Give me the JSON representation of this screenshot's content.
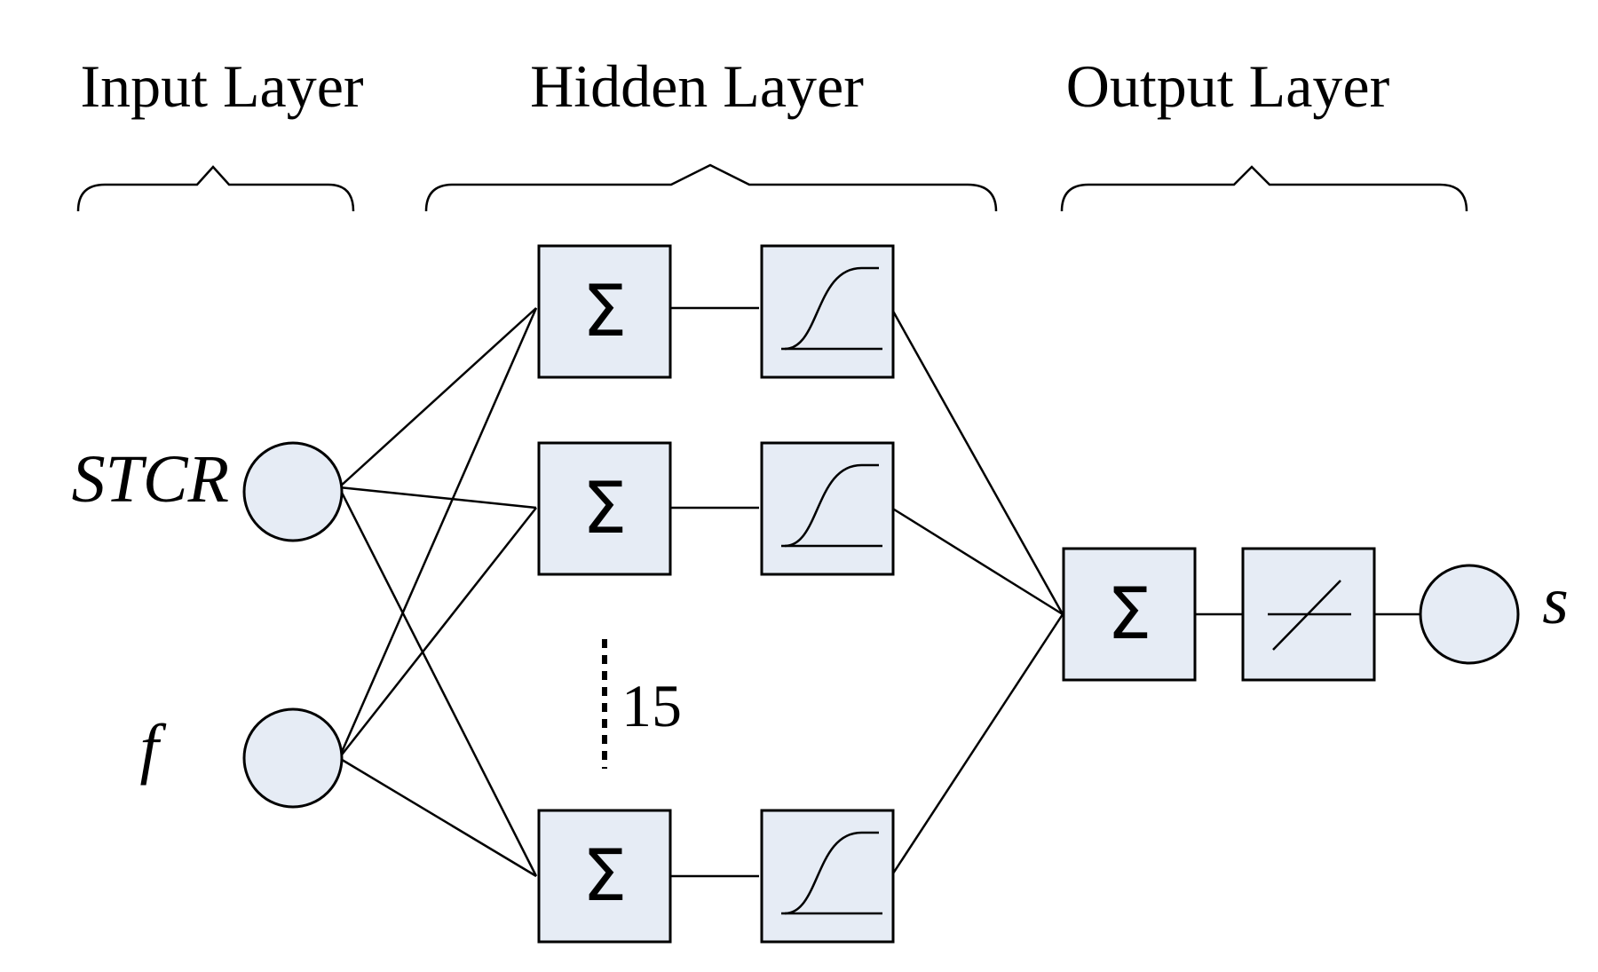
{
  "layers": {
    "input": "Input Layer",
    "hidden": "Hidden Layer",
    "output": "Output Layer"
  },
  "inputs": [
    "STCR",
    "f"
  ],
  "hidden": {
    "summation_symbol": "Σ",
    "neuron_count": "15",
    "activation": "sigmoid",
    "rows_shown": 3
  },
  "output": {
    "summation_symbol": "Σ",
    "activation": "linear",
    "label": "s"
  },
  "colors": {
    "fill": "#e6ecf5",
    "stroke": "#000000"
  }
}
